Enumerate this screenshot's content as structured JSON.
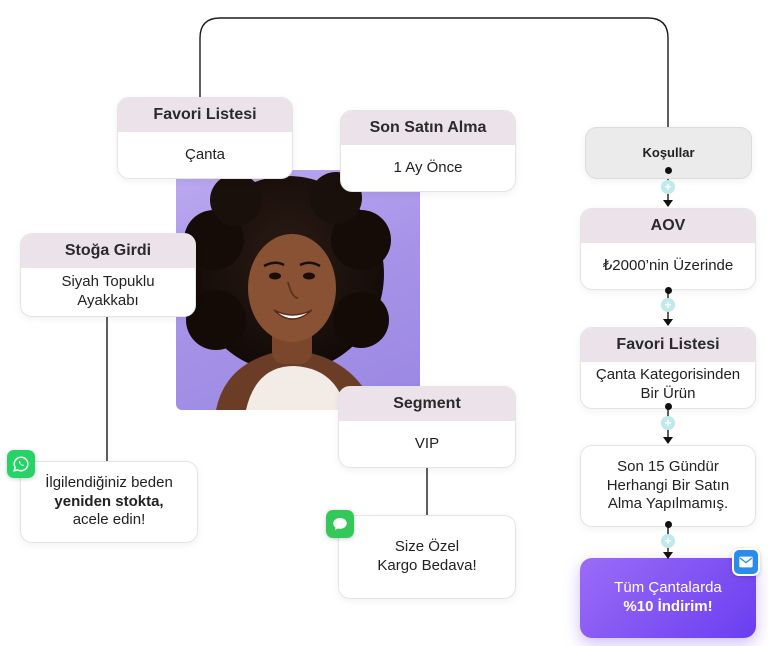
{
  "profile": {
    "favorites": {
      "title": "Favori Listesi",
      "value": "Çanta"
    },
    "last_purchase": {
      "title": "Son Satın Alma",
      "value": "1 Ay Önce"
    },
    "stock": {
      "title": "Stoğa Girdi",
      "value_line1": "Siyah Topuklu",
      "value_line2": "Ayakkabı"
    },
    "segment": {
      "title": "Segment",
      "value": "VIP"
    }
  },
  "messages": {
    "whatsapp": {
      "line1": "İlgilendiğiniz beden",
      "line2_bold": "yeniden stokta,",
      "line3": "acele edin!"
    },
    "sms": {
      "line1": "Size Özel",
      "line2": "Kargo Bedava!"
    }
  },
  "flow": {
    "conditions": "Koşullar",
    "aov": {
      "title": "AOV",
      "value": "₺2000’nin Üzerinde"
    },
    "favorites": {
      "title": "Favori Listesi",
      "value_line1": "Çanta Kategorisinden",
      "value_line2": "Bir Ürün"
    },
    "no_purchase": {
      "line1": "Son 15 Gündür",
      "line2": "Herhangi Bir Satın",
      "line3": "Alma Yapılmamış."
    },
    "result": {
      "line1": "Tüm Çantalarda",
      "line2": "%10 İndirim!"
    }
  },
  "colors": {
    "card_header": "#ece2ea",
    "photo_background": "#a693e8",
    "result_gradient_start": "#9b6cf7",
    "result_gradient_end": "#6a3ef0",
    "connector_plus": "#bfe9ea",
    "whatsapp_green": "#25d366",
    "sms_green": "#34c759",
    "email_blue": "#2a8ee8"
  },
  "icons": [
    "whatsapp-icon",
    "sms-icon",
    "email-icon",
    "plus-icon"
  ]
}
